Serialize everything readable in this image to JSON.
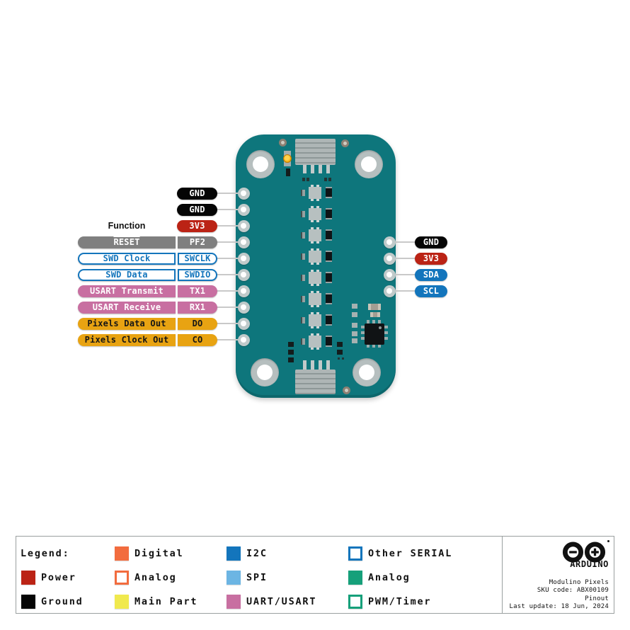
{
  "function_header": "Function",
  "colors": {
    "board_teal": "#0e767c",
    "power_red": "#bb2315",
    "ground_black": "#050505",
    "mcu_gray": "#7f7f7f",
    "i2c_blue": "#1375bc",
    "spi_blue": "#6cb5e3",
    "uart_pink": "#c86fa1",
    "pixels_amber": "#e8a312",
    "digital_orange": "#f26c3e",
    "main_part_yellow": "#f0e94e",
    "analog_green": "#16a07a"
  },
  "board": {
    "led_modules": 8,
    "left_pin_holes": 10,
    "right_pin_holes": 4
  },
  "left_pins": [
    {
      "pin": "GND",
      "func": null,
      "style": "ground"
    },
    {
      "pin": "GND",
      "func": null,
      "style": "ground"
    },
    {
      "pin": "3V3",
      "func": null,
      "style": "power"
    },
    {
      "pin": "PF2",
      "func": "RESET",
      "style": "mcu",
      "overline": true
    },
    {
      "pin": "SWCLK",
      "func": "SWD Clock",
      "style": "serial"
    },
    {
      "pin": "SWDIO",
      "func": "SWD Data",
      "style": "serial"
    },
    {
      "pin": "TX1",
      "func": "USART Transmit",
      "style": "uart"
    },
    {
      "pin": "RX1",
      "func": "USART Receive",
      "style": "uart"
    },
    {
      "pin": "DO",
      "func": "Pixels Data Out",
      "style": "pixels"
    },
    {
      "pin": "CO",
      "func": "Pixels Clock Out",
      "style": "pixels"
    }
  ],
  "right_pins": [
    {
      "pin": "GND",
      "style": "ground"
    },
    {
      "pin": "3V3",
      "style": "power"
    },
    {
      "pin": "SDA",
      "style": "i2c"
    },
    {
      "pin": "SCL",
      "style": "i2c"
    }
  ],
  "legend": {
    "columns": [
      {
        "items": [
          {
            "header": true,
            "label": "Legend:"
          },
          {
            "swatch": "power",
            "label": "Power"
          },
          {
            "swatch": "ground",
            "label": "Ground"
          }
        ]
      },
      {
        "items": [
          {
            "swatch": "digital",
            "label": "Digital"
          },
          {
            "swatch": "analog_outline",
            "label": "Analog"
          },
          {
            "swatch": "main_part",
            "label": "Main Part"
          }
        ]
      },
      {
        "items": [
          {
            "swatch": "i2c",
            "label": "I2C"
          },
          {
            "swatch": "spi",
            "label": "SPI"
          },
          {
            "swatch": "uart",
            "label": "UART/USART"
          }
        ]
      },
      {
        "items": [
          {
            "swatch": "other_serial",
            "label": "Other SERIAL"
          },
          {
            "swatch": "analog_green",
            "label": "Analog"
          },
          {
            "swatch": "pwm",
            "label": "PWM/Timer"
          }
        ]
      }
    ]
  },
  "footer": {
    "brand": "ARDUINO",
    "lines": [
      "Modulino Pixels",
      "SKU code: ABX00109",
      "Pinout",
      "Last update: 18 Jun, 2024"
    ]
  }
}
